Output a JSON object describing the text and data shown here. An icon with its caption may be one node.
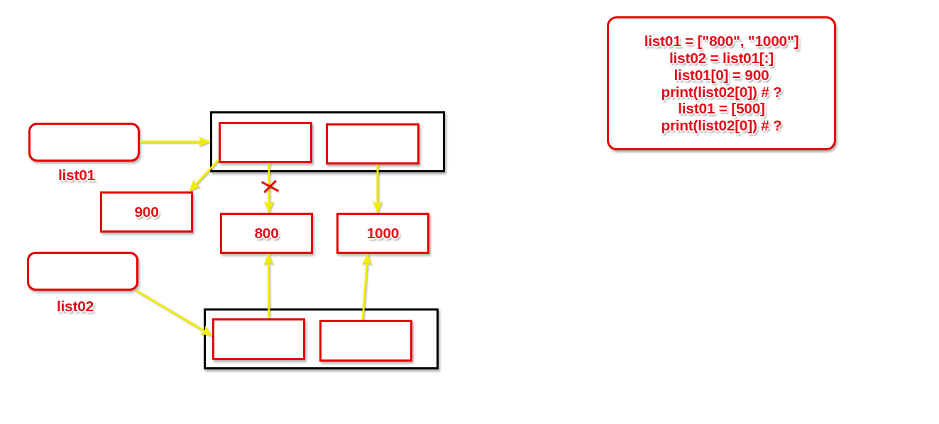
{
  "diagram": {
    "nodes": [
      {
        "text": [],
        "shape": "box",
        "beside": [
          "list01"
        ]
      },
      {
        "text": [],
        "shape": "box"
      },
      {
        "text": [],
        "shape": "box",
        "in": 1
      },
      {
        "text": [],
        "shape": "box",
        "in": 1
      },
      {
        "text": [
          "900"
        ]
      },
      {
        "text": [
          "800"
        ]
      },
      {
        "text": [
          "1000"
        ]
      },
      {
        "text": [],
        "shape": "box",
        "beside": [
          "list02"
        ]
      },
      {
        "text": [],
        "shape": "box"
      },
      {
        "text": [],
        "shape": "box",
        "in": 8
      },
      {
        "text": [],
        "shape": "box",
        "in": 8
      },
      {
        "text": [
          "list01 = [\"800\", \"1000\"]",
          "list02 = list01[:]",
          "list01[0] = 900",
          "print(list02[0]) # ?",
          "list01 = [500]",
          "print(list02[0]) # ?"
        ]
      }
    ],
    "edges": [
      {
        "from": 0,
        "to": 1,
        "arrow": "to"
      },
      {
        "from": 2,
        "to": 4,
        "arrow": "to"
      },
      {
        "from": 2,
        "to": 5,
        "arrow": "to"
      },
      {
        "from": 3,
        "to": 6,
        "arrow": "to"
      },
      {
        "from": 7,
        "to": 9,
        "arrow": "to"
      },
      {
        "from": 9,
        "to": 5,
        "arrow": "to"
      },
      {
        "from": 10,
        "to": 6,
        "arrow": "to"
      }
    ]
  }
}
